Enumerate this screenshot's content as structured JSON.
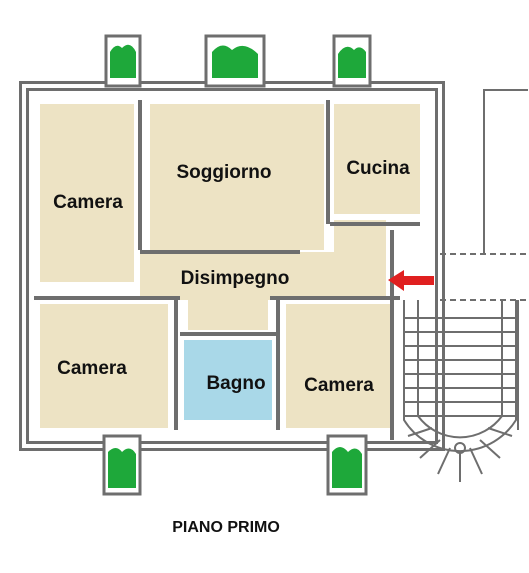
{
  "floor_plan": {
    "caption": "PIANO PRIMO",
    "rooms": {
      "camera_left_top": "Camera",
      "soggiorno": "Soggiorno",
      "cucina": "Cucina",
      "disimpegno": "Disimpegno",
      "camera_left_bottom": "Camera",
      "bagno": "Bagno",
      "camera_right_bottom": "Camera"
    },
    "colors": {
      "room_fill": "#ede3c4",
      "bathroom_fill": "#a9d8e8",
      "wall": "#6e6e6e",
      "balcony_green": "#1ea83a",
      "entrance_arrow": "#e02020"
    },
    "icons": {
      "entrance": "red-arrow-left-icon",
      "balconies": "green-balcony-icon"
    }
  }
}
